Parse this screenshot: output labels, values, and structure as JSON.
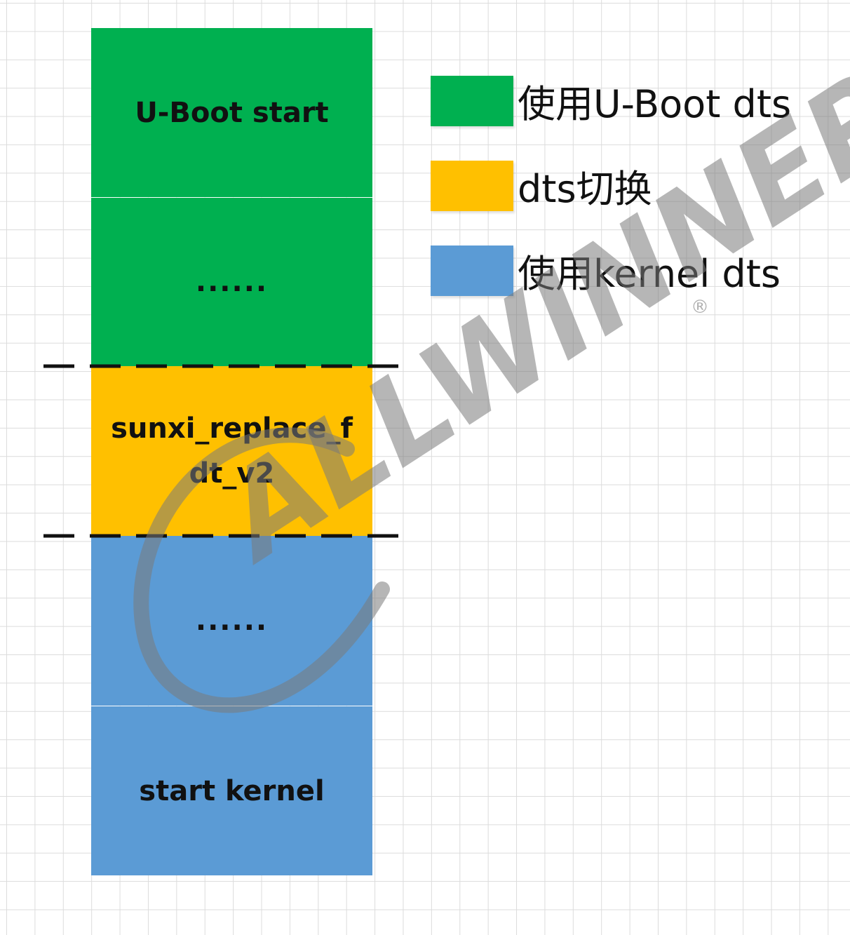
{
  "stack": {
    "segments": [
      {
        "label": "U-Boot start",
        "color": "#00b050"
      },
      {
        "label": "......",
        "color": "#00b050"
      },
      {
        "label": "sunxi_replace_fdt_v2",
        "color": "#ffc000"
      },
      {
        "label": "......",
        "color": "#5b9bd5"
      },
      {
        "label": "start kernel",
        "color": "#5b9bd5"
      }
    ]
  },
  "legend": [
    {
      "label": "使用U-Boot dts",
      "color": "#00b050"
    },
    {
      "label": "dts切换",
      "color": "#ffc000"
    },
    {
      "label": "使用kernel dts",
      "color": "#5b9bd5"
    }
  ],
  "watermark": {
    "text": "ALLWINNER",
    "mark": "®"
  }
}
